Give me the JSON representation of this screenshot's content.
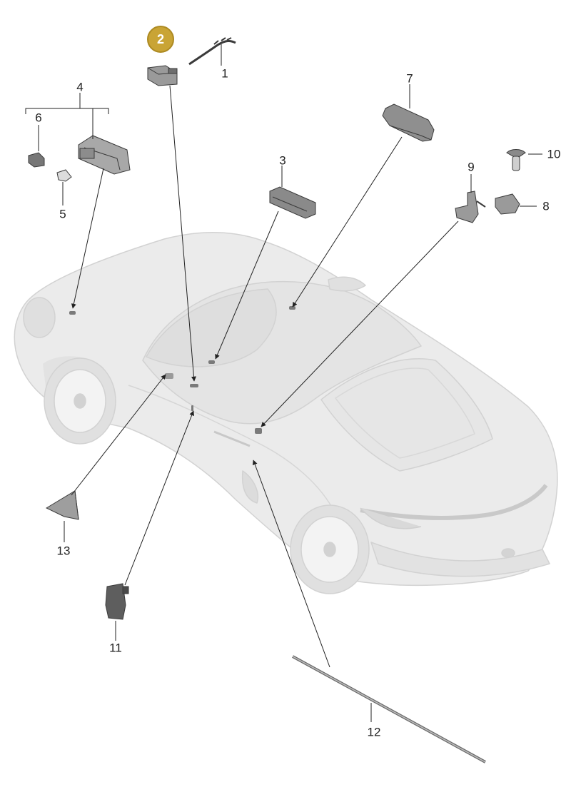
{
  "diagram": {
    "highlight_part": "2",
    "callouts": {
      "c1": "1",
      "c3": "3",
      "c4": "4",
      "c5": "5",
      "c6": "6",
      "c7": "7",
      "c8": "8",
      "c9": "9",
      "c10": "10",
      "c11": "11",
      "c12": "12",
      "c13": "13"
    },
    "colors": {
      "highlight": "#c9a435",
      "car_body": "#e9e9e9",
      "car_outline": "#cfcfcf",
      "part": "#6a6a6a",
      "leader_line": "#333333"
    }
  }
}
